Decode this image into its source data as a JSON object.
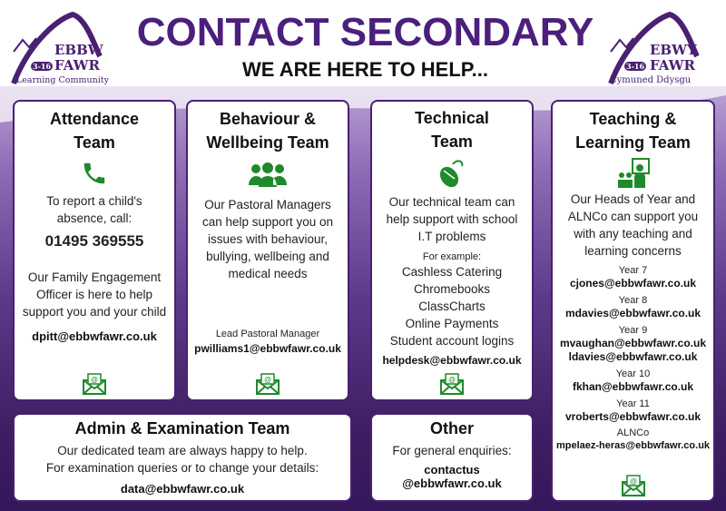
{
  "header": {
    "title": "CONTACT SECONDARY",
    "subtitle": "WE ARE HERE TO HELP..."
  },
  "logo_left": {
    "line1": "EBBW",
    "badge": "3-16",
    "line2": "FAWR",
    "line3": "Learning Community"
  },
  "logo_right": {
    "line1": "EBWY",
    "badge": "3-16",
    "line2": "FAWR",
    "line3": "Cymuned Ddysgu"
  },
  "attendance": {
    "title": "Attendance Team",
    "text1": "To report a child's absence, call:",
    "phone": "01495 369555",
    "text2": "Our Family Engagement Officer is here to help support you and your child",
    "email": "dpitt@ebbwfawr.co.uk"
  },
  "behaviour": {
    "title": "Behaviour & Wellbeing Team",
    "text": "Our Pastoral Managers can help support you on issues with behaviour, bullying, wellbeing and medical needs",
    "role": "Lead Pastoral Manager",
    "email": "pwilliams1@ebbwfawr.co.uk"
  },
  "technical": {
    "title": "Technical Team",
    "text": "Our technical team can help support with school I.T problems",
    "example_label": "For example:",
    "examples": [
      "Cashless Catering",
      "Chromebooks",
      "ClassCharts",
      "Online Payments",
      "Student account logins"
    ],
    "email": "helpdesk@ebbwfawr.co.uk"
  },
  "teaching": {
    "title": "Teaching & Learning Team",
    "text": "Our Heads of Year and ALNCo can support you with any teaching and learning concerns",
    "contacts": [
      {
        "label": "Year 7",
        "emails": [
          "cjones@ebbwfawr.co.uk"
        ]
      },
      {
        "label": "Year 8",
        "emails": [
          "mdavies@ebbwfawr.co.uk"
        ]
      },
      {
        "label": "Year 9",
        "emails": [
          "mvaughan@ebbwfawr.co.uk",
          "ldavies@ebbwfawr.co.uk"
        ]
      },
      {
        "label": "Year 10",
        "emails": [
          "fkhan@ebbwfawr.co.uk"
        ]
      },
      {
        "label": "Year 11",
        "emails": [
          "vroberts@ebbwfawr.co.uk"
        ]
      },
      {
        "label": "ALNCo",
        "emails": [
          "mpelaez-heras@ebbwfawr.co.uk"
        ]
      }
    ]
  },
  "admin": {
    "title": "Admin & Examination Team",
    "text1": "Our dedicated team are always happy to help.",
    "text2": "For examination queries or to change your details:",
    "email": "data@ebbwfawr.co.uk"
  },
  "other": {
    "title": "Other",
    "text": "For general enquiries:",
    "email1": "contactus",
    "email2": "@ebbwfawr.co.uk"
  },
  "colors": {
    "purple": "#4b1f7c",
    "green": "#1f8a2b"
  }
}
